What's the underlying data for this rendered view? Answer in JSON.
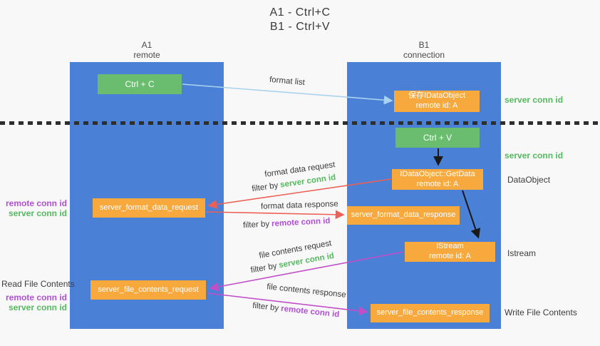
{
  "title": {
    "line1": "A1 - Ctrl+C",
    "line2": "B1 - Ctrl+V"
  },
  "columns": {
    "left": {
      "id": "A1",
      "role": "remote"
    },
    "right": {
      "id": "B1",
      "role": "connection"
    }
  },
  "nodes": {
    "ctrl_c": "Ctrl + C",
    "ctrl_v": "Ctrl + V",
    "save_dataobject_line1": "保存IDataObject",
    "save_dataobject_line2": "remote id: A",
    "getdata_line1": "IDataObject::GetData",
    "getdata_line2": "remote id: A",
    "istream_line1": "IStream",
    "istream_line2": "remote id: A",
    "format_data_request": "server_format_data_request",
    "format_data_response": "server_format_data_response",
    "file_contents_request": "server_file_contents_request",
    "file_contents_response": "server_file_contents_response"
  },
  "edges": {
    "format_list": "format list",
    "format_data_request": "format data request",
    "format_data_response": "format data response",
    "file_contents_request": "file contents request",
    "file_contents_response": "file contents response",
    "filter_by": "filter by",
    "server_conn_id": "server conn id",
    "remote_conn_id": "remote conn id"
  },
  "annotations": {
    "server_conn_id_top": "server conn id",
    "server_conn_id_mid": "server conn id",
    "dataobject": "DataObject",
    "istream": "Istream",
    "write_file_contents": "Write File Contents",
    "read_file_contents": "Read File Contents",
    "remote_conn_id": "remote conn id",
    "server_conn_id": "server conn id"
  },
  "colors": {
    "column_blue": "#4a80d6",
    "node_green": "#6abd6e",
    "node_orange": "#f8a93e",
    "green_label": "#55b95f",
    "purple_label": "#b14fd4",
    "red_arrow": "#ee6055",
    "magenta_arrow": "#c24fc9",
    "lightblue_arrow": "#a9d3ef",
    "black_arrow": "#1a1a1a"
  }
}
